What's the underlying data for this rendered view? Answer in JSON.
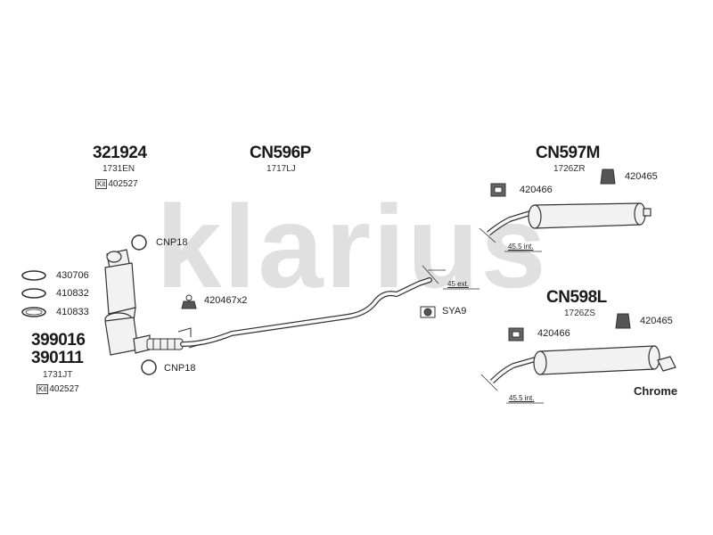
{
  "watermark": "klarius",
  "colors": {
    "watermark": "#e0e0e0",
    "line": "#333333",
    "part_fill": "#f2f2f2"
  },
  "parts": {
    "cat": {
      "code": "321924",
      "ref": "1731EN",
      "kit_label": "Kit",
      "kit_number": "402527"
    },
    "mid": {
      "code": "CN596P",
      "ref": "1717LJ"
    },
    "rear_top": {
      "code": "CN597M",
      "ref": "1726ZR"
    },
    "rear_bottom": {
      "code": "CN598L",
      "ref": "1726ZS"
    },
    "dpf": {
      "code1": "399016",
      "code2": "390111",
      "ref": "1731JT",
      "kit_label": "Kit",
      "kit_number": "402527"
    }
  },
  "accessories": {
    "cnp18_top": "CNP18",
    "cnp18_bottom": "CNP18",
    "gasket_1": "430706",
    "gasket_2": "410832",
    "gasket_3": "410833",
    "hanger_mid": "420467x2",
    "sya9": "SYA9",
    "top_420466": "420466",
    "top_420465": "420465",
    "bottom_420466": "420466",
    "bottom_420465": "420465"
  },
  "dimensions": {
    "ext": "45 ext.",
    "int_top": "45.5 int.",
    "int_bottom": "45.5 int."
  },
  "finish": "Chrome"
}
